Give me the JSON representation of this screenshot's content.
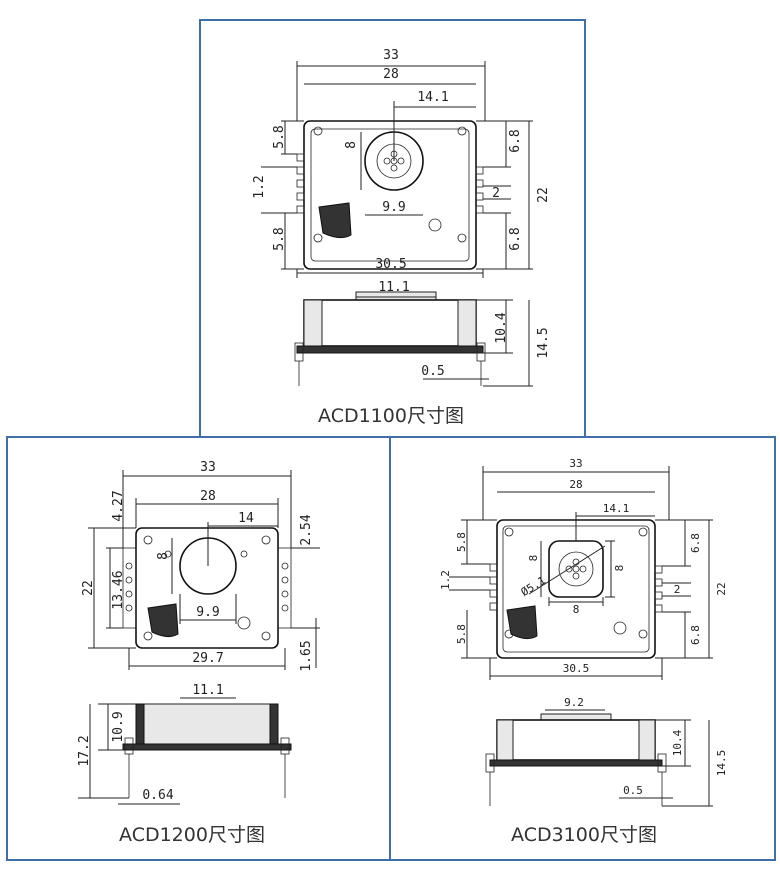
{
  "diagrams": [
    {
      "caption": "ACD1100尺寸图",
      "top_view": {
        "width_outer": "33",
        "width_inner": "28",
        "center_offset": "14.1",
        "left_top": "5.8",
        "pin_pitch": "1.2",
        "left_bottom": "5.8",
        "sensor_height": "8",
        "sensor_width": "9.9",
        "right_top": "6.8",
        "right_pitch": "2",
        "right_bottom": "6.8",
        "height": "22",
        "base_width": "30.5"
      },
      "side_view": {
        "window": "11.1",
        "body_height": "10.4",
        "total_height": "14.5",
        "pin": "0.5"
      }
    },
    {
      "caption": "ACD1200尺寸图",
      "top_view": {
        "width_outer": "33",
        "width_inner": "28",
        "center_offset": "14",
        "left_top": "4.27",
        "height": "22",
        "left_mid": "13.46",
        "sensor_height": "8",
        "sensor_width": "9.9",
        "right_top": "2.54",
        "base_width": "29.7",
        "right_bottom": "1.65"
      },
      "side_view": {
        "window": "11.1",
        "body_height": "10.9",
        "total_height": "17.2",
        "pin": "0.64"
      }
    },
    {
      "caption": "ACD3100尺寸图",
      "top_view": {
        "width_outer": "33",
        "width_inner": "28",
        "center_offset": "14.1",
        "left_top": "5.8",
        "pin_pitch": "1.2",
        "left_bottom": "5.8",
        "sensor_height": "8",
        "sensor_width": "8",
        "sensor_diameter": "Ø5.1",
        "sensor_height_right": "8",
        "right_top": "6.8",
        "right_pitch": "2",
        "right_bottom": "6.8",
        "height": "22",
        "base_width": "30.5"
      },
      "side_view": {
        "window": "9.2",
        "body_height": "10.4",
        "total_height": "14.5",
        "pin": "0.5"
      }
    }
  ]
}
